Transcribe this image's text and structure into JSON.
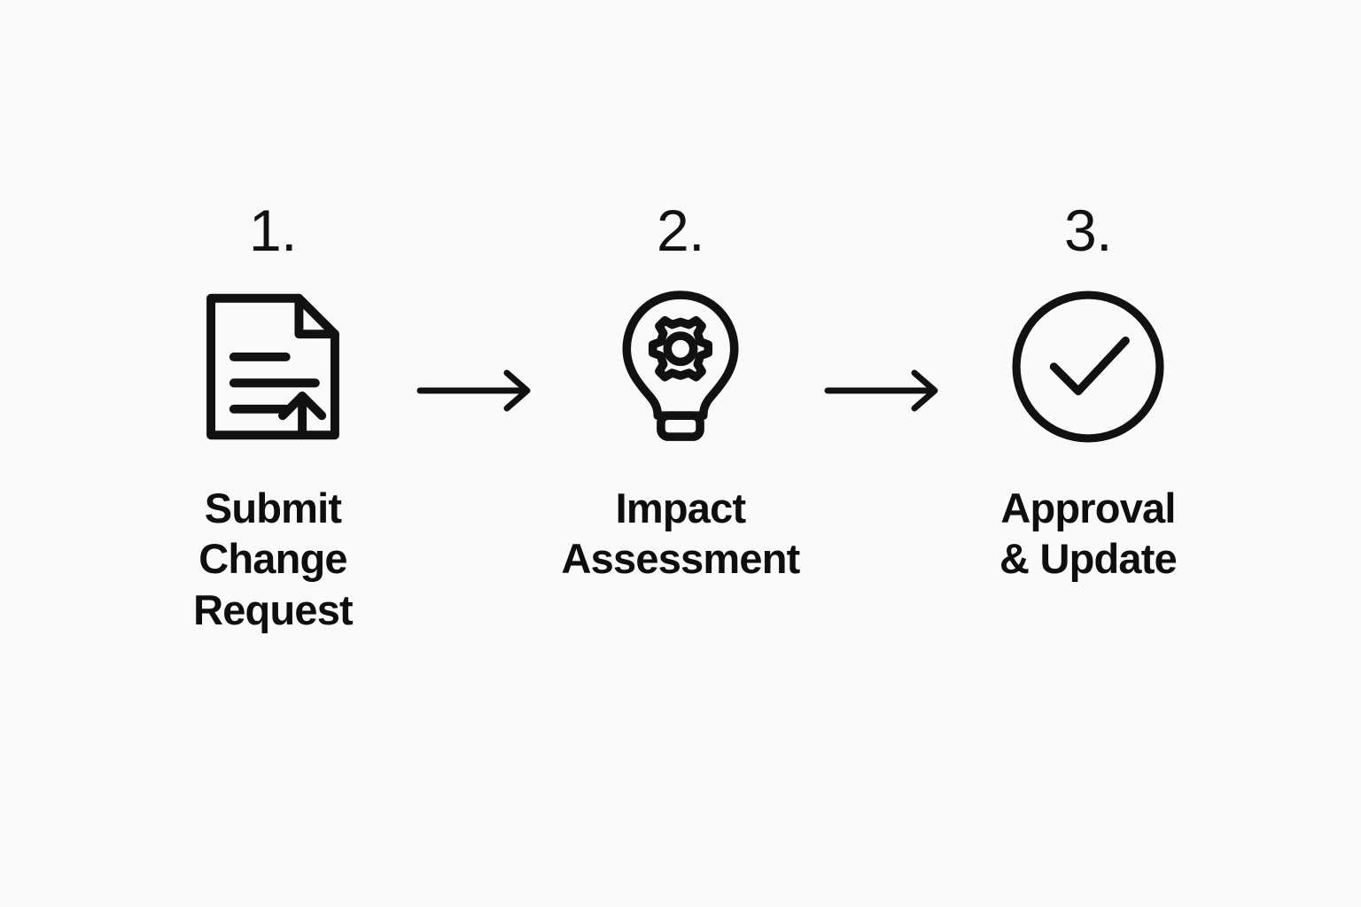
{
  "background_color": "#FAFAFA",
  "stroke_color": "#111111",
  "diagram": {
    "type": "process-flow",
    "orientation": "horizontal",
    "step_count": 3,
    "steps": [
      {
        "number": "1.",
        "icon": "document-upload-icon",
        "label": "Submit\nChange\nRequest"
      },
      {
        "number": "2.",
        "icon": "lightbulb-gear-icon",
        "label": "Impact\nAssessment"
      },
      {
        "number": "3.",
        "icon": "check-circle-icon",
        "label": "Approval\n& Update"
      }
    ],
    "connectors": [
      {
        "icon": "arrow-right-icon"
      },
      {
        "icon": "arrow-right-icon"
      }
    ]
  }
}
